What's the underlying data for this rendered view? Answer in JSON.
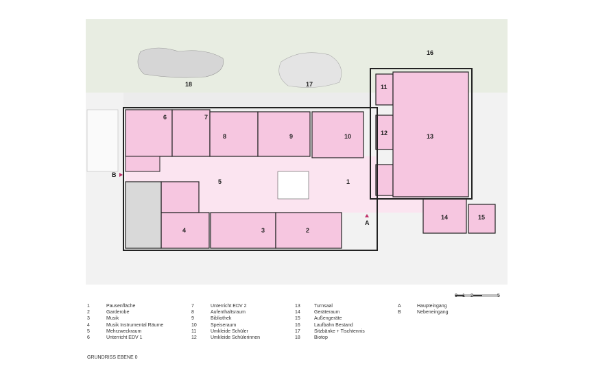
{
  "plan": {
    "room_labels": [
      "1",
      "2",
      "3",
      "4",
      "5",
      "6",
      "7",
      "8",
      "9",
      "10",
      "11",
      "12",
      "13",
      "14",
      "15",
      "16",
      "17",
      "18"
    ],
    "entrances": [
      "A",
      "B"
    ],
    "colors": {
      "room": "#f6c6e0",
      "circulation": "#fbe4f0",
      "service": "#d9d9d9",
      "site": "#e8ede2",
      "paving": "#f1f1f1",
      "wall": "#222222"
    }
  },
  "legend": {
    "col1": [
      [
        "1",
        "Pausenfläche"
      ],
      [
        "2",
        "Garderobe"
      ],
      [
        "3",
        "Musik"
      ],
      [
        "4",
        "Musik Instrumental Räume"
      ],
      [
        "5",
        "Mehrzweckraum"
      ],
      [
        "6",
        "Unterricht EDV 1"
      ]
    ],
    "col2": [
      [
        "7",
        "Unterricht EDV 2"
      ],
      [
        "8",
        "Aufenthaltsraum"
      ],
      [
        "9",
        "Bibliothek"
      ],
      [
        "10",
        "Speiseraum"
      ],
      [
        "11",
        "Umkleide Schüler"
      ],
      [
        "12",
        "Umkleide Schülerinnen"
      ]
    ],
    "col3": [
      [
        "13",
        "Turnsaal"
      ],
      [
        "14",
        "Geräteraum"
      ],
      [
        "15",
        "Außengeräte"
      ],
      [
        "16",
        "Laufbahn Bestand"
      ],
      [
        "17",
        "Sitzbänke + Tischtennis"
      ],
      [
        "18",
        "Biotop"
      ]
    ],
    "col4": [
      [
        "A",
        "Haupteingang"
      ],
      [
        "B",
        "Nebeneingang"
      ]
    ]
  },
  "scale_bar": [
    "0",
    "1",
    "2",
    "5"
  ],
  "title": "GRUNDRISS EBENE 0"
}
